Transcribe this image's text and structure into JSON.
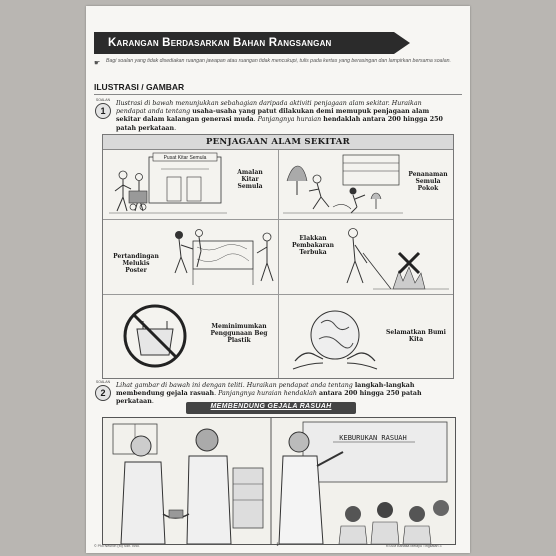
{
  "banner": {
    "title": "Karangan Berdasarkan Bahan Rangsangan"
  },
  "instruction": "Bagi soalan yang tidak disediakan ruangan jawapan atau ruangan tidak mencukupi, tulis pada kertas yang berasingan dan lampirkan bersama soalan.",
  "section_heading": "ILUSTRASI / GAMBAR",
  "soalan_label": "SOALAN",
  "q1": {
    "number": "1",
    "text_pre_italic": "Ilustrasi di bawah menunjukkan sebahagian daripada aktiviti penjagaan alam sekitar. Huraikan pendapat anda tentang",
    "text_bold": "usaha-usaha yang patut dilakukan demi memupuk penjagaan alam sekitar dalam kalangan generasi muda",
    "text_mid_italic": ". Panjangnya huraian",
    "text_end_bold": "hendaklah antara 200 hingga 250 patah perkataan",
    "text_end": "."
  },
  "panel": {
    "title": "PENJAGAAN ALAM SEKITAR",
    "sign": "Pusat Kitar Semula",
    "labels": [
      "Amalan\nKitar\nSemula",
      "Penanaman\nSemula\nPokok",
      "Pertandingan\nMelukis\nPoster",
      "Elakkan\nPembakaran\nTerbuka",
      "Meminimumkan\nPenggunaan Beg\nPlastik",
      "Selamatkan Bumi\nKita"
    ]
  },
  "q2": {
    "number": "2",
    "text_pre_italic": "Lihat gambar di bawah ini dengan teliti. Huraikan pendapat anda tentang",
    "text_bold": "langkah-langkah membendung gejala rasuah",
    "text_mid_italic": ". Panjangnya huraian hendaklah",
    "text_end_bold": "antara 200 hingga 250 patah perkataan",
    "text_end": ".",
    "banner": "MEMBENDUNG GEJALA RASUAH",
    "board_text": "KEBURUKAN RASUAH"
  },
  "footer": {
    "left": "© PNI Neuron (M) Sdn. Bhd.",
    "page": "1",
    "right": "KSSM Bahasa Melayu Tingkatan 3"
  }
}
